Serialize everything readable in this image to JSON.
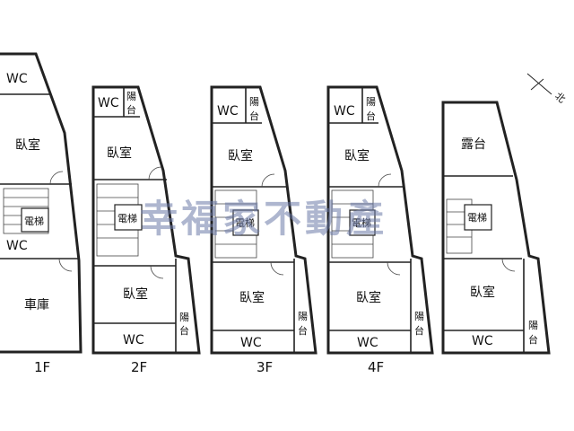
{
  "watermark": "幸福家不動產",
  "compass_label": "北",
  "floors": [
    {
      "floor_label": "1F",
      "rooms": {
        "wc_top": "WC",
        "bedroom": "臥室",
        "elevator": "電梯",
        "wc_mid": "WC",
        "garage": "車庫"
      }
    },
    {
      "floor_label": "2F",
      "rooms": {
        "wc_top": "WC",
        "balcony_top": "陽\n台",
        "bedroom_top": "臥室",
        "elevator": "電梯",
        "bedroom_bottom": "臥室",
        "wc_bottom": "WC",
        "balcony_bottom": "陽\n台"
      }
    },
    {
      "floor_label": "3F",
      "rooms": {
        "wc_top": "WC",
        "balcony_top": "陽\n台",
        "bedroom_top": "臥室",
        "elevator": "電梯",
        "bedroom_bottom": "臥室",
        "wc_bottom": "WC",
        "balcony_bottom": "陽\n台"
      }
    },
    {
      "floor_label": "4F",
      "rooms": {
        "wc_top": "WC",
        "balcony_top": "陽\n台",
        "bedroom_top": "臥室",
        "elevator": "電梯",
        "bedroom_bottom": "臥室",
        "wc_bottom": "WC",
        "balcony_bottom": "陽\n台"
      }
    },
    {
      "rooms": {
        "terrace": "露台",
        "elevator": "電梯",
        "bedroom": "臥室",
        "wc_bottom": "WC",
        "balcony_bottom": "陽\n台"
      }
    }
  ]
}
